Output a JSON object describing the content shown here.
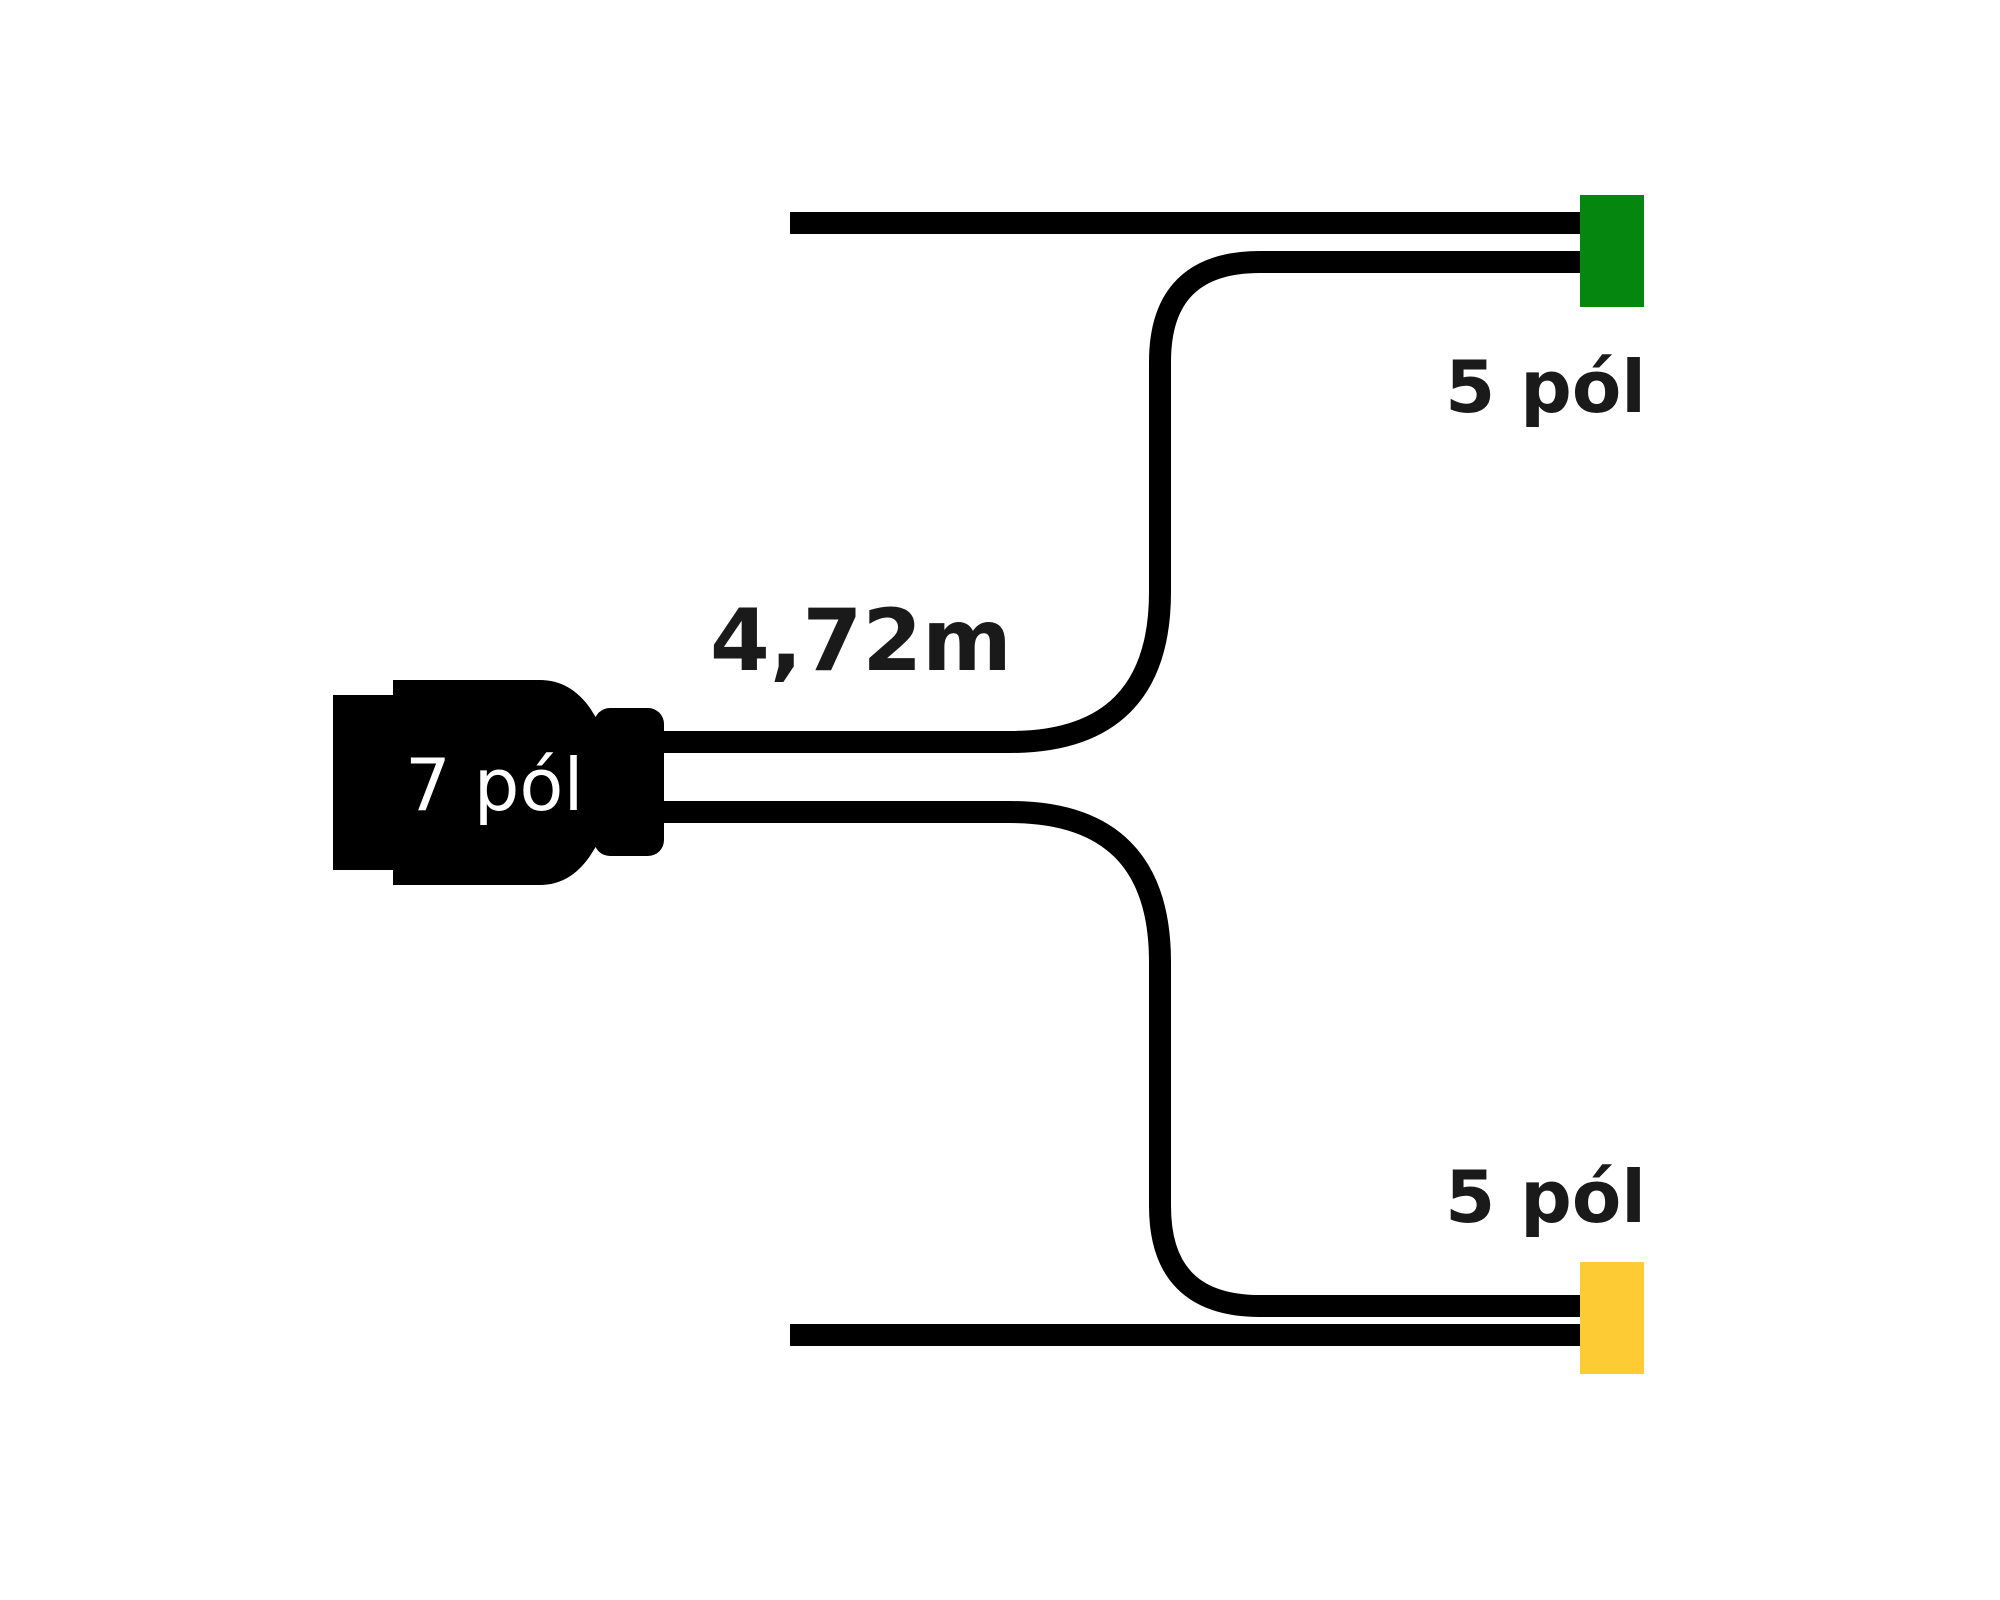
{
  "plug_main": {
    "label": "7 pól",
    "color": "#000000"
  },
  "cable": {
    "length_label": "4,72m",
    "color": "#000000"
  },
  "connector_top": {
    "label": "5 pól",
    "color": "#05870f"
  },
  "connector_bottom": {
    "label": "5 pól",
    "color": "#fdcb33"
  }
}
